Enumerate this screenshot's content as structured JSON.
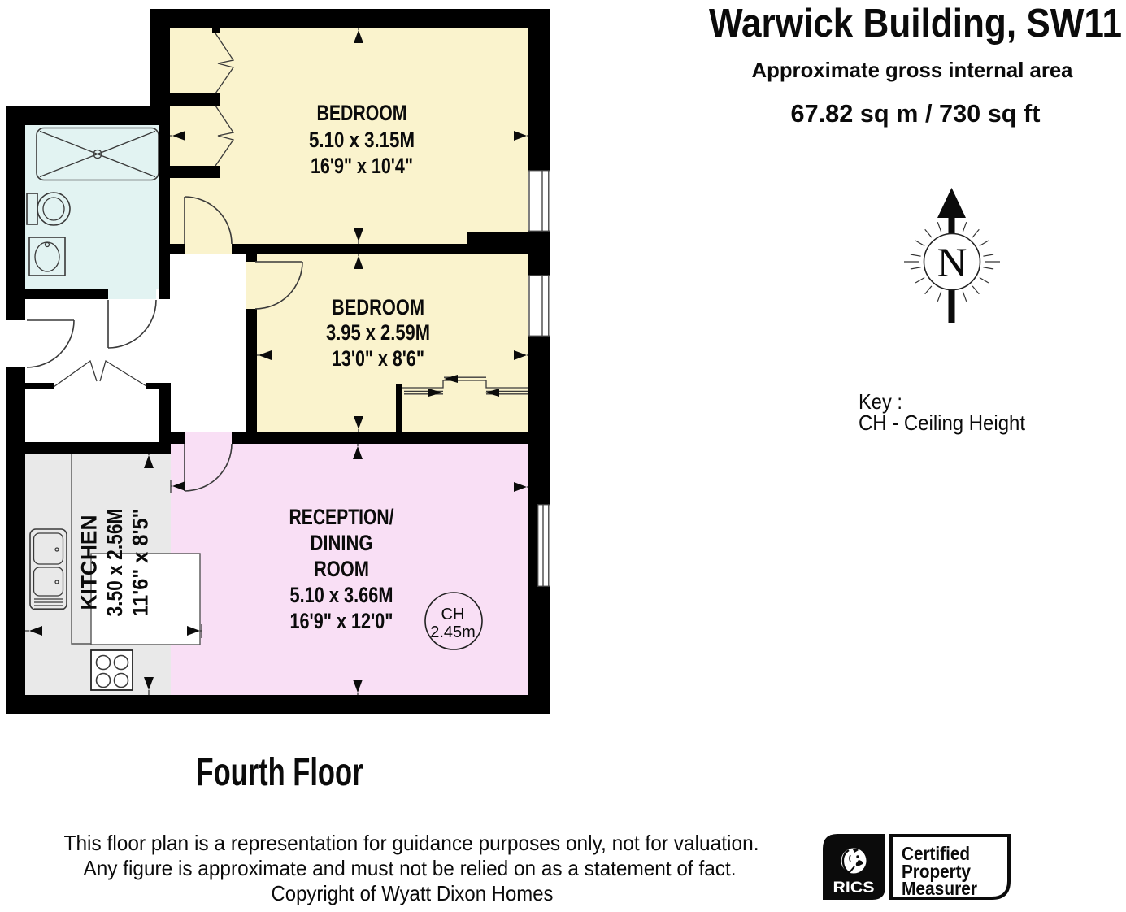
{
  "header": {
    "title": "Warwick Building, SW11",
    "subtitle": "Approximate gross internal area",
    "area": "67.82 sq m / 730 sq ft"
  },
  "compass": {
    "north_letter": "N"
  },
  "key": {
    "heading": "Key :",
    "ceiling_height": "CH - Ceiling Height"
  },
  "floor_label": "Fourth Floor",
  "disclaimer": {
    "line1": "This floor plan is a representation for guidance purposes only, not for valuation.",
    "line2": "Any figure is approximate and must not be relied on as a statement of fact.",
    "line3": "Copyright of Wyatt Dixon Homes"
  },
  "rooms": {
    "bedroom1": {
      "name": "BEDROOM",
      "size_metric": "5.10 x 3.15M",
      "size_imperial": "16'9\" x 10'4\""
    },
    "bedroom2": {
      "name": "BEDROOM",
      "size_metric": "3.95 x 2.59M",
      "size_imperial": "13'0\" x 8'6\""
    },
    "reception": {
      "name_line1": "RECEPTION/",
      "name_line2": "DINING",
      "name_line3": "ROOM",
      "size_metric": "5.10 x 3.66M",
      "size_imperial": "16'9\" x 12'0\""
    },
    "kitchen": {
      "name": "KITCHEN",
      "size_metric": "3.50 x 2.56M",
      "size_imperial": "11'6\" x 8'5\""
    }
  },
  "ceiling_badge": {
    "abbr": "CH",
    "value": "2.45m"
  },
  "certification": {
    "rics": "RICS",
    "line1": "Certified",
    "line2": "Property",
    "line3": "Measurer"
  },
  "colors": {
    "bedroom_fill": "#FAF3CD",
    "bathroom_fill": "#E2F3F2",
    "kitchen_fill": "#E9E9E9",
    "reception_fill": "#F9DFF5",
    "wall": "#000000"
  }
}
